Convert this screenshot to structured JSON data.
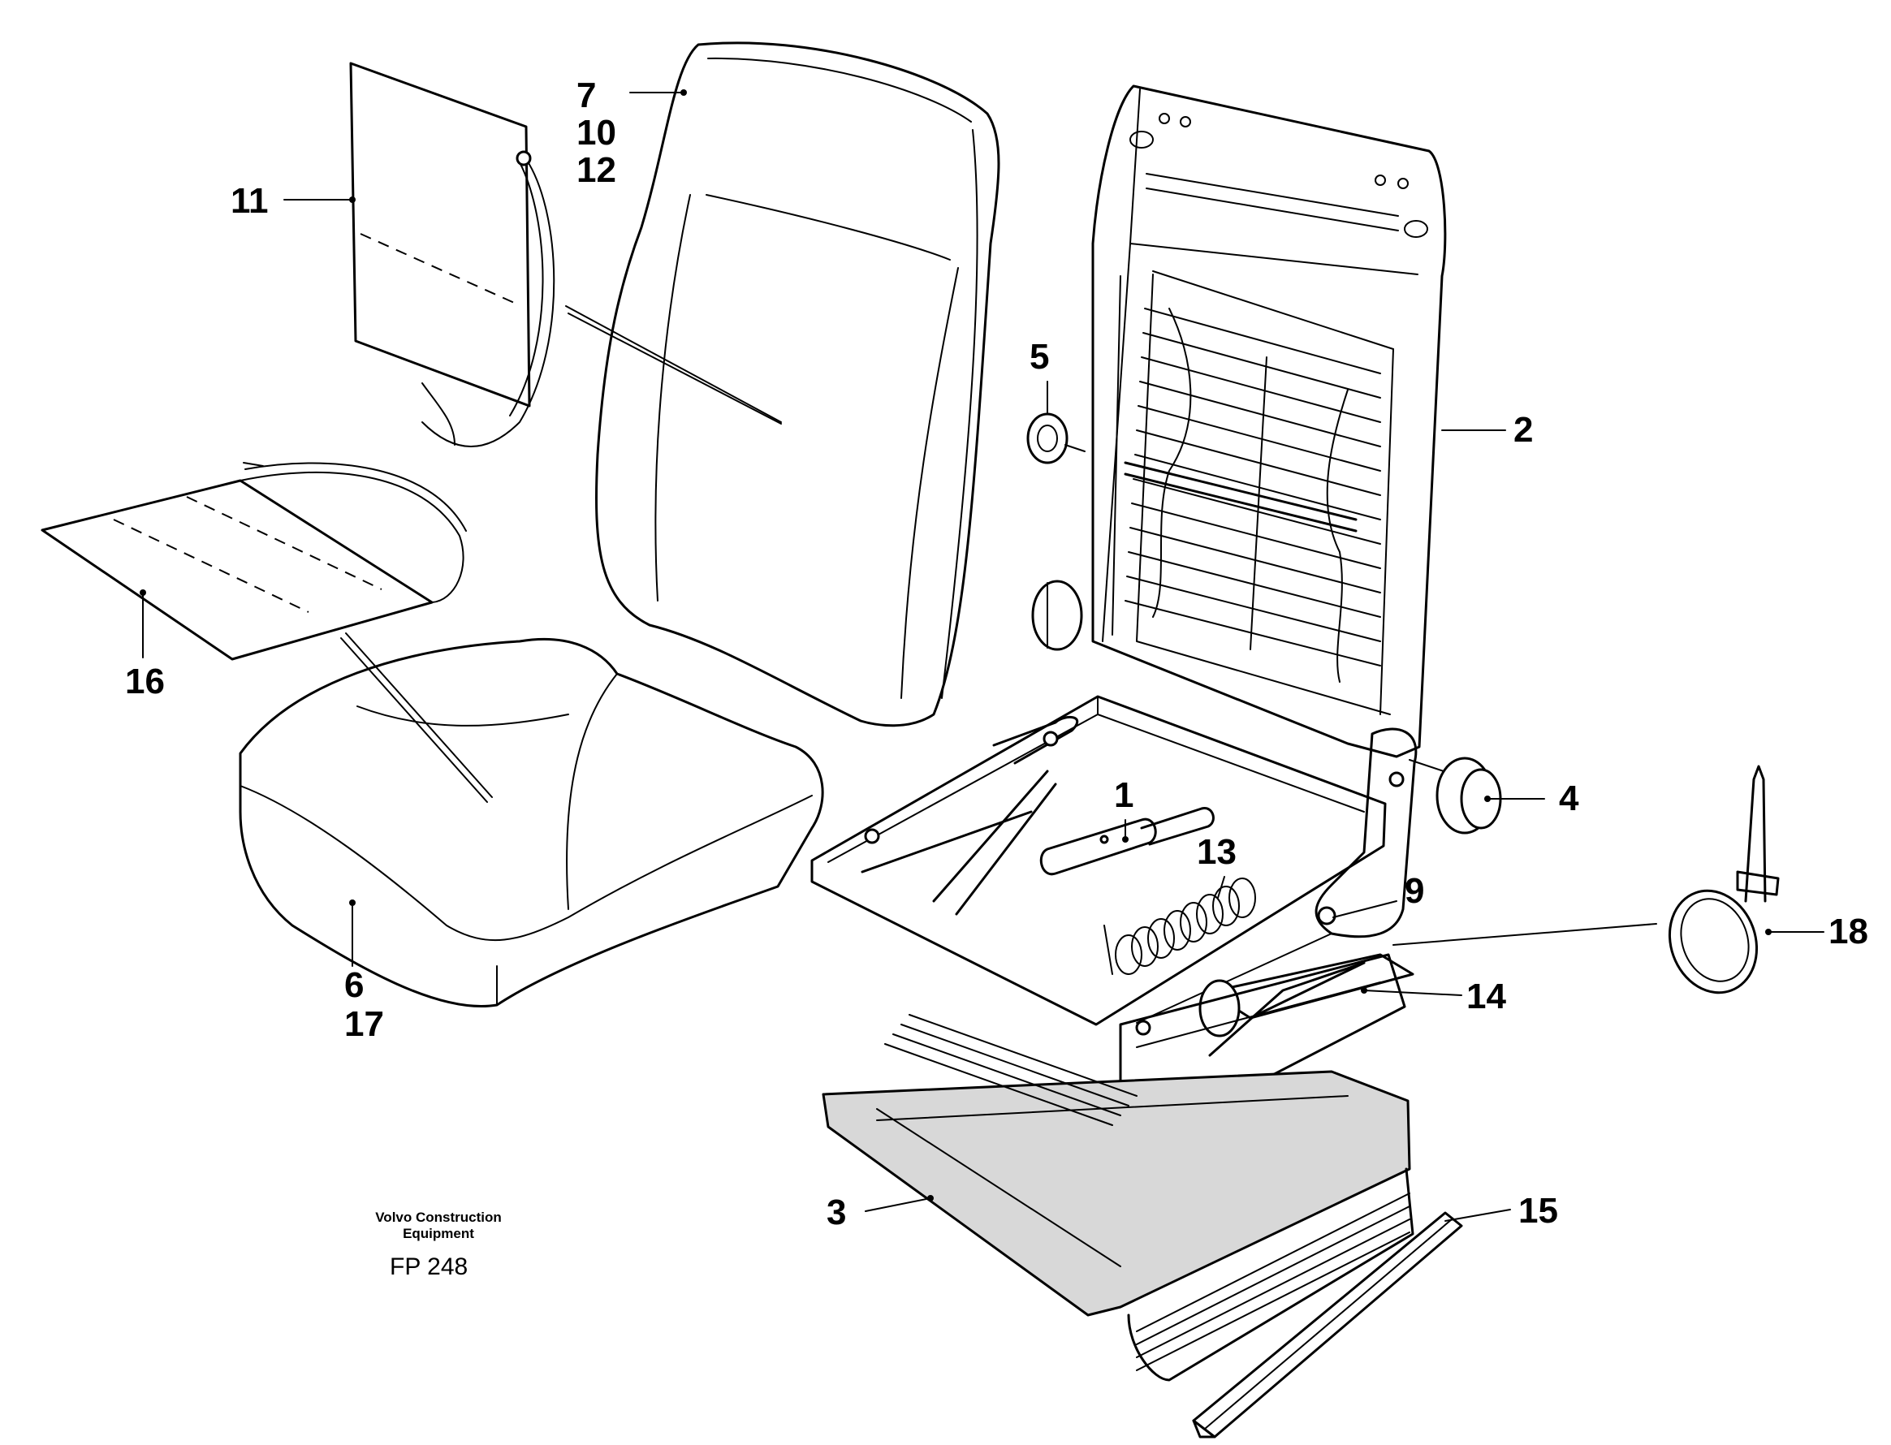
{
  "diagram": {
    "callouts": [
      "1",
      "2",
      "3",
      "4",
      "5",
      "6",
      "7",
      "9",
      "10",
      "11",
      "12",
      "13",
      "14",
      "15",
      "16",
      "17",
      "18"
    ],
    "publisher": {
      "line1": "Volvo Construction",
      "line2": "Equipment"
    },
    "figure_number": "FP 248"
  }
}
